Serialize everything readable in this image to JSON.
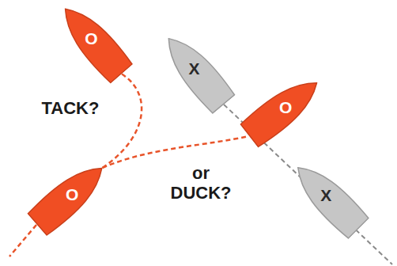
{
  "diagram": {
    "nodes": [
      {
        "text": [
          "O"
        ]
      },
      {
        "text": [
          "X"
        ]
      },
      {
        "text": [
          "O"
        ]
      },
      {
        "text": [
          "O"
        ]
      },
      {
        "text": [
          "X"
        ]
      }
    ],
    "edges": [
      {
        "from": 3,
        "to": 0,
        "arrow": "none"
      },
      {
        "from": 3,
        "to": 2,
        "arrow": "none"
      }
    ],
    "labels": [
      "TACK?",
      "or DUCK?"
    ]
  }
}
